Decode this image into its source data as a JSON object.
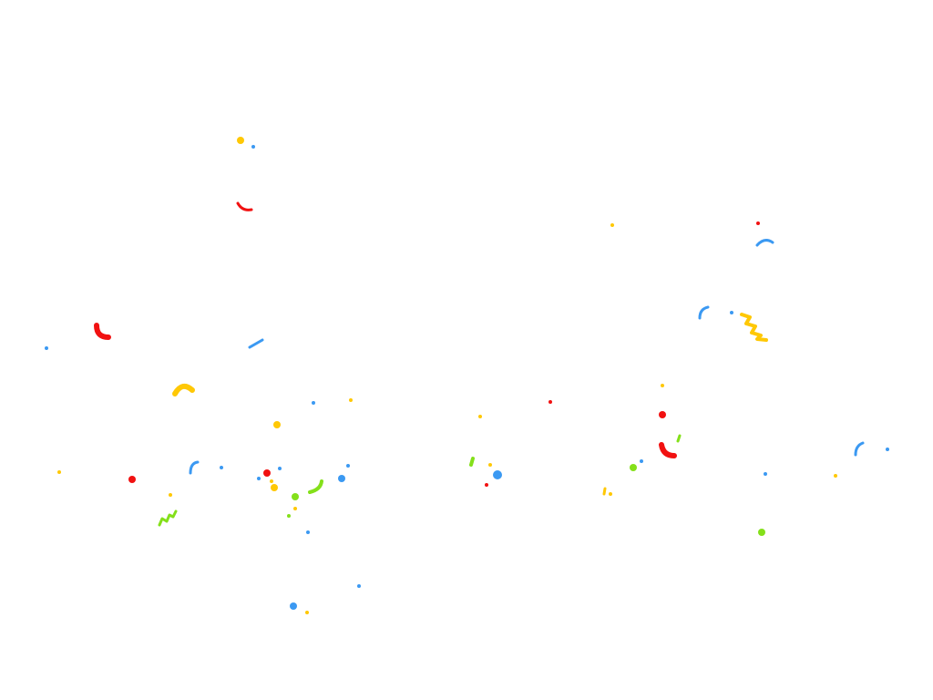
{
  "colors": {
    "background": "#ffffff",
    "red": "#f11111",
    "yellow": "#ffc805",
    "blue": "#3b99f2",
    "green": "#84e01a"
  },
  "confetti": {
    "piece_shapes": [
      "dot",
      "arc",
      "hook",
      "bar",
      "zigzag"
    ],
    "piece_colors": [
      "red",
      "yellow",
      "blue",
      "green"
    ]
  }
}
